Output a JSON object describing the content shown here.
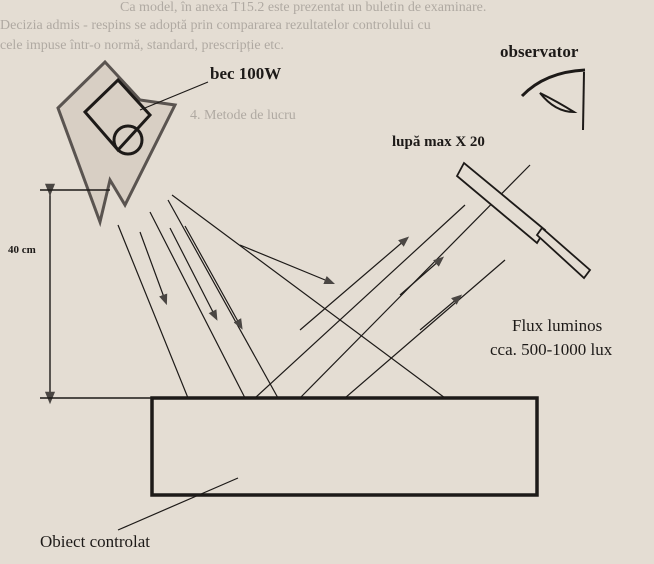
{
  "background_text": [
    "Ca model, în anexa T15.2 este prezentat un buletin de examinare.",
    "Decizia admis - respins se adoptă prin compararea rezultatelor controlului cu",
    "cele impuse într-o normă, standard, prescripție etc.",
    "4. Metode de lucru"
  ],
  "labels": {
    "lamp": "bec 100W",
    "observer": "observator",
    "magnifier": "lupă max X 20",
    "distance": "40 cm",
    "flux_line1": "Flux luminos",
    "flux_line2": "cca. 500-1000 lux",
    "object": "Obiect controlat"
  }
}
